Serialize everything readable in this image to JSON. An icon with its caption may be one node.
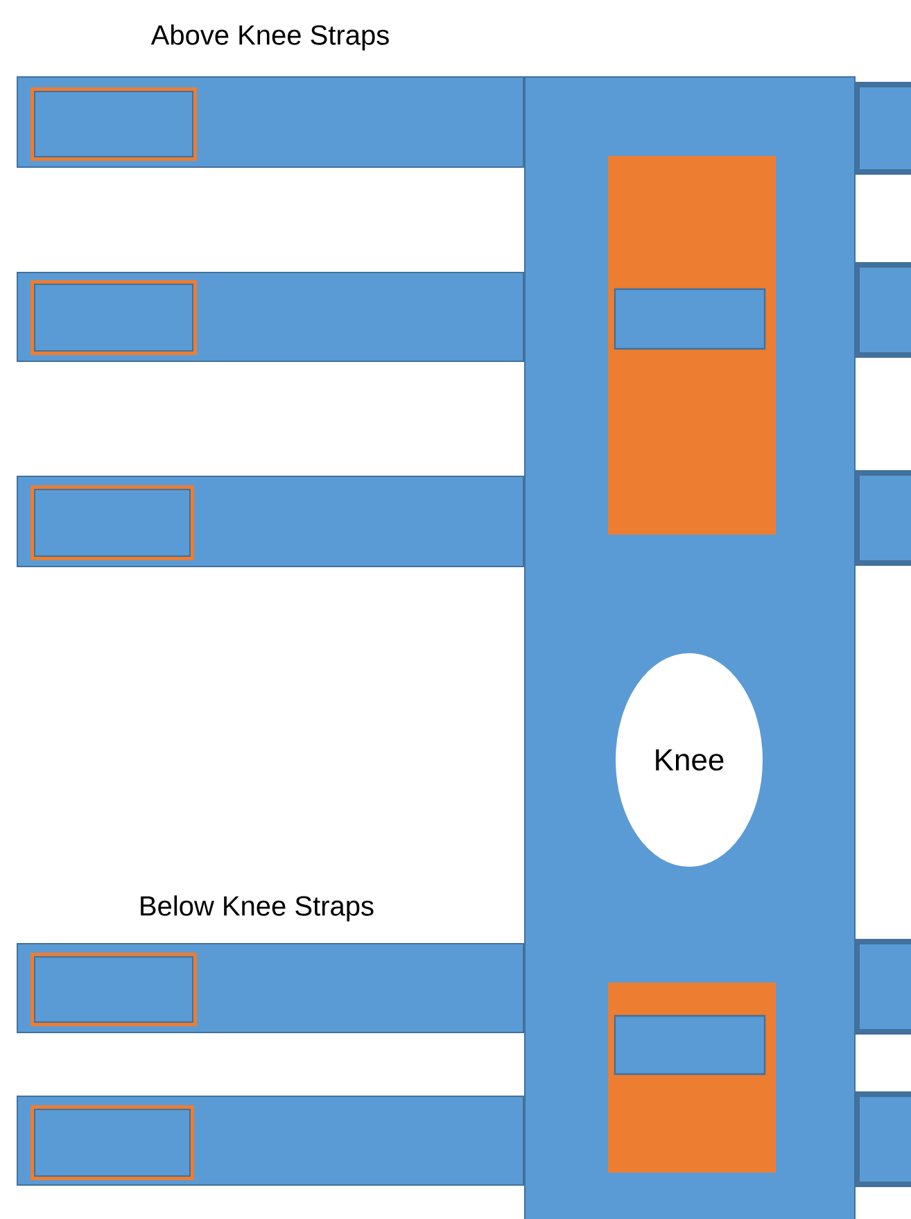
{
  "diagram": {
    "nodes": [
      {
        "text": [],
        "shape": "box"
      },
      {
        "text": [],
        "shape": "box"
      },
      {
        "text": [],
        "shape": "box",
        "in": 1
      },
      {
        "text": [],
        "shape": "box"
      },
      {
        "text": [],
        "shape": "box",
        "in": 3
      },
      {
        "text": [],
        "shape": "box"
      },
      {
        "text": [],
        "shape": "box",
        "in": 5
      },
      {
        "text": [],
        "shape": "box",
        "in": 0
      },
      {
        "text": [],
        "shape": "box",
        "in": 7
      },
      {
        "text": [
          "Knee"
        ],
        "in": 0
      },
      {
        "text": [],
        "shape": "box"
      },
      {
        "text": [],
        "shape": "box",
        "in": 10
      },
      {
        "text": [],
        "shape": "box",
        "in": 0
      },
      {
        "text": [],
        "shape": "box",
        "in": 12
      },
      {
        "text": [],
        "shape": "box"
      },
      {
        "text": [],
        "shape": "box",
        "in": 14
      },
      {
        "text": [],
        "shape": "box"
      },
      {
        "text": [],
        "shape": "box"
      },
      {
        "text": [],
        "shape": "box"
      },
      {
        "text": [],
        "shape": "box"
      },
      {
        "text": [],
        "shape": "box"
      }
    ],
    "labels": [
      "Above Knee Straps",
      "Below Knee Straps"
    ]
  }
}
